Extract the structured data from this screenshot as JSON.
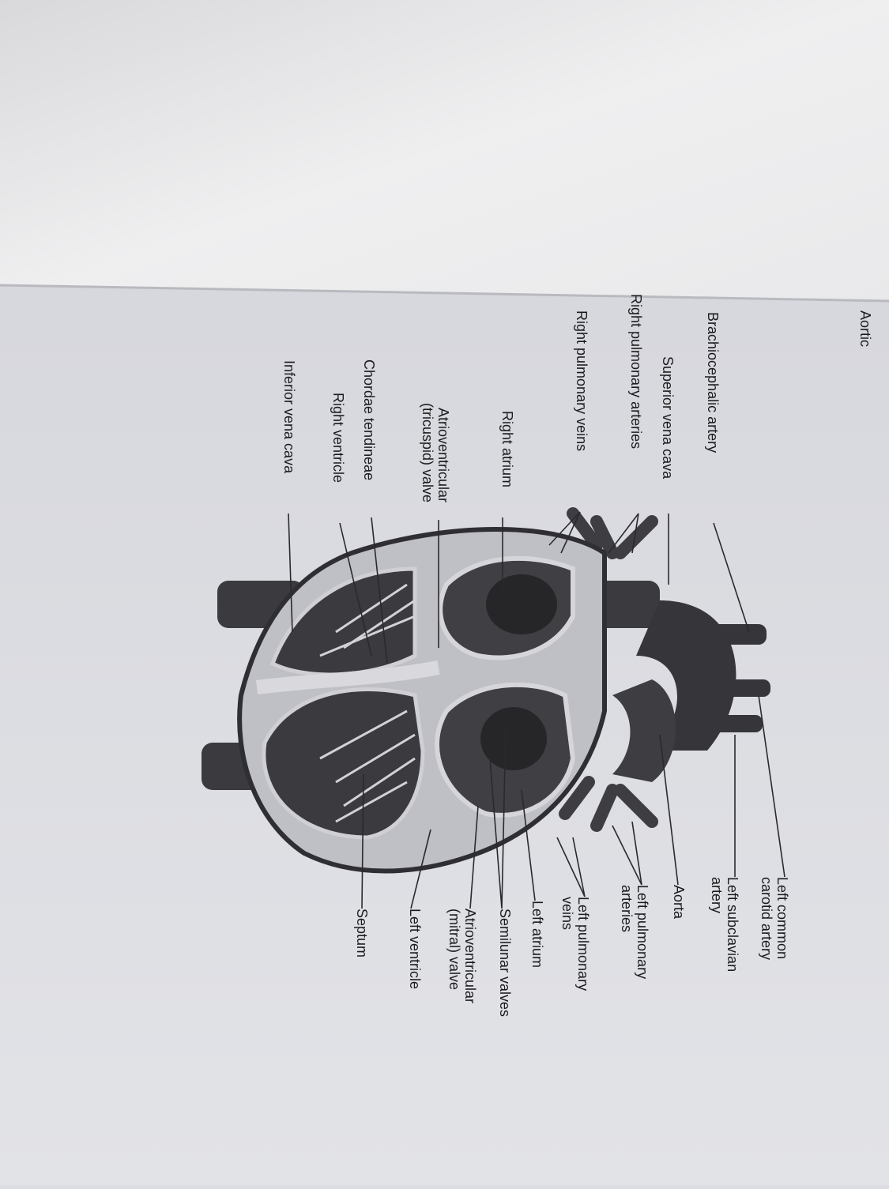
{
  "page_header": "Aortic",
  "labels_left": [
    {
      "key": "brachiocephalic",
      "lines": [
        "Brachiocephalic artery"
      ]
    },
    {
      "key": "svc",
      "lines": [
        "Superior vena cava"
      ]
    },
    {
      "key": "rpa",
      "lines": [
        "Right pulmonary arteries"
      ]
    },
    {
      "key": "rpv",
      "lines": [
        "Right pulmonary veins"
      ]
    },
    {
      "key": "ra",
      "lines": [
        "Right atrium"
      ]
    },
    {
      "key": "tricuspid",
      "lines": [
        "Atrioventricular",
        "(tricuspid) valve"
      ]
    },
    {
      "key": "chordae",
      "lines": [
        "Chordae tendineae"
      ]
    },
    {
      "key": "rv",
      "lines": [
        "Right ventricle"
      ]
    },
    {
      "key": "ivc",
      "lines": [
        "Inferior vena cava"
      ]
    }
  ],
  "labels_right": [
    {
      "key": "lcca",
      "lines": [
        "Left common",
        "carotid artery"
      ]
    },
    {
      "key": "lsa",
      "lines": [
        "Left subclavian",
        "artery"
      ]
    },
    {
      "key": "aorta",
      "lines": [
        "Aorta"
      ]
    },
    {
      "key": "lpa",
      "lines": [
        "Left pulmonary",
        "arteries"
      ]
    },
    {
      "key": "lpv",
      "lines": [
        "Left pulmonary",
        "veins"
      ]
    },
    {
      "key": "la",
      "lines": [
        "Left atrium"
      ]
    },
    {
      "key": "semilunar",
      "lines": [
        "Semilunar valves"
      ]
    },
    {
      "key": "mitral",
      "lines": [
        "Atrioventricular",
        "(mitral) valve"
      ]
    },
    {
      "key": "lv",
      "lines": [
        "Left ventricle"
      ]
    },
    {
      "key": "septum",
      "lines": [
        "Septum"
      ]
    }
  ],
  "colors": {
    "page_top": "#eeeeef",
    "page_bottom": "#dcdde2",
    "heart_tissue": "#3e3e43",
    "heart_chamber": "#4a4a50",
    "heart_wall_light": "#cfcfd4",
    "leader_line": "#2a2a2e",
    "label_text": "#1c1c1e"
  }
}
